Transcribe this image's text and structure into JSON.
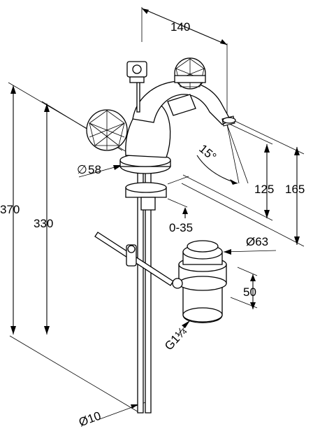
{
  "dimensions": {
    "spout_reach": "140",
    "spout_angle": "15°",
    "spout_height": "125",
    "total_height": "165",
    "overall_height": "370",
    "tail_height": "330",
    "base_diameter": "58",
    "base_diameter_symbol": "∅",
    "deck_thickness": "0-35",
    "waste_diameter": "Ø63",
    "waste_height": "50",
    "waste_thread": "G1¼",
    "pipe_diameter": "Ø10"
  },
  "colors": {
    "line": "#000000",
    "background": "#ffffff"
  }
}
